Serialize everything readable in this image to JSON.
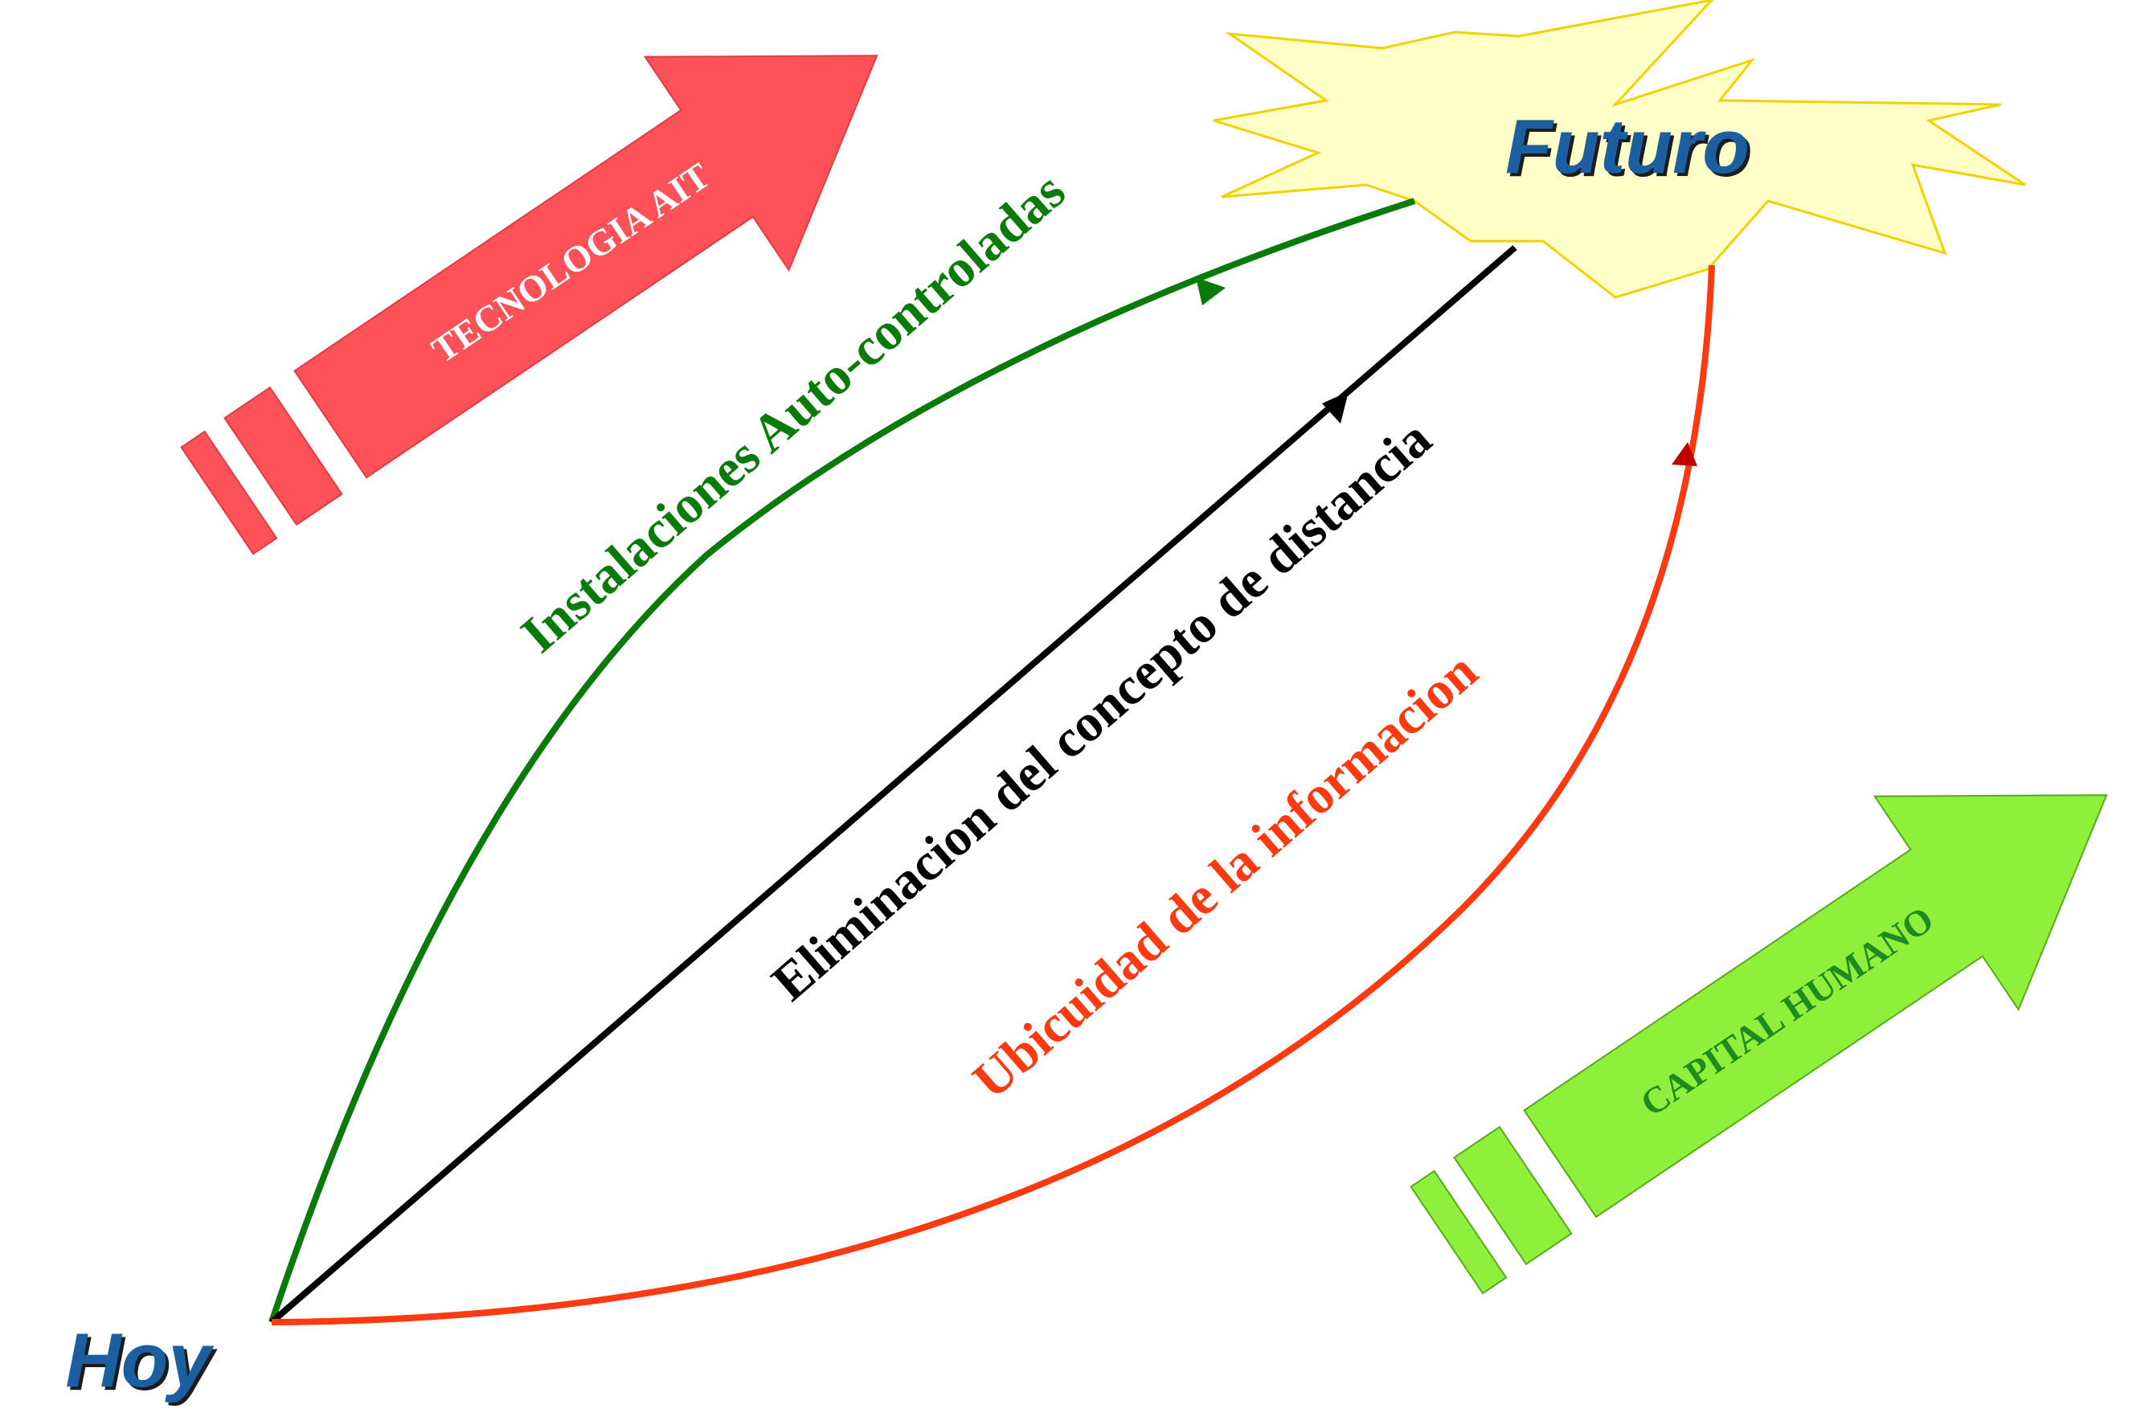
{
  "diagram": {
    "start_label": "Hoy",
    "end_label": "Futuro",
    "paths": {
      "green": {
        "label": "Instalaciones  Auto-controladas",
        "color": "#0a7a0a"
      },
      "black": {
        "label": "Eliminacion del concepto de distancia",
        "color": "#000000"
      },
      "red": {
        "label": "Ubicuidad de la informacion",
        "color": "#ff3a10"
      }
    },
    "arrows": {
      "technology": {
        "label": "TECNOLOGIA AIT",
        "fill": "#ff5158",
        "text_color": "#ffffff"
      },
      "human_capital": {
        "label": "CAPITAL HUMANO",
        "fill": "#8ef03a",
        "text_color": "#1f8a1f"
      }
    },
    "burst_fill": "#ffffc8",
    "burst_stroke": "#f0d200",
    "label_blue": "#1e5fa0"
  }
}
